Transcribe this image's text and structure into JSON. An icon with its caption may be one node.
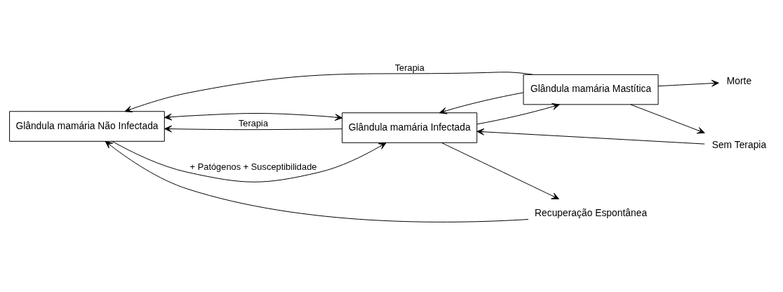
{
  "diagram": {
    "nodes": [
      {
        "text": [
          "Glândula mamária Não Infectada"
        ]
      },
      {
        "text": [
          "Glândula mamária Infectada"
        ]
      },
      {
        "text": [
          "Glândula mamária Mastítica"
        ]
      },
      {
        "text": [
          "Recuperação Espontânea"
        ]
      },
      {
        "text": [
          "Sem Terapia"
        ]
      },
      {
        "text": [
          "Morte"
        ]
      }
    ],
    "edges": [
      {
        "from": 0,
        "to": 1,
        "label": "+ Patógenos + Susceptibilidade",
        "arrow": "to"
      },
      {
        "from": 1,
        "to": 2,
        "arrow": "to"
      },
      {
        "from": 2,
        "to": 0,
        "label": "Terapia",
        "arrow": "to"
      },
      {
        "from": 1,
        "to": 0,
        "label": "Terapia",
        "arrow": "to"
      },
      {
        "from": 0,
        "to": 1,
        "arrow": "both"
      },
      {
        "from": 2,
        "to": 1,
        "arrow": "to"
      },
      {
        "from": 1,
        "to": 3,
        "arrow": "to"
      },
      {
        "from": 3,
        "to": 0,
        "arrow": "to"
      },
      {
        "from": 2,
        "to": 4,
        "arrow": "to"
      },
      {
        "from": 4,
        "to": 1,
        "arrow": "to"
      },
      {
        "from": 2,
        "to": 5,
        "arrow": "to"
      }
    ]
  }
}
